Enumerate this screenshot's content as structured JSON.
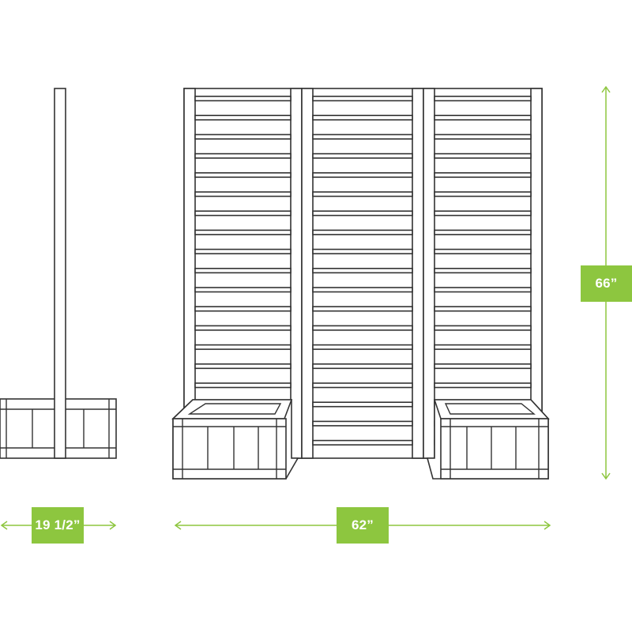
{
  "colors": {
    "accent": "#8dc63f",
    "line": "#333333",
    "background": "#ffffff"
  },
  "dimensions": {
    "depth": "19 1/2”",
    "width": "62”",
    "height": "66”"
  }
}
